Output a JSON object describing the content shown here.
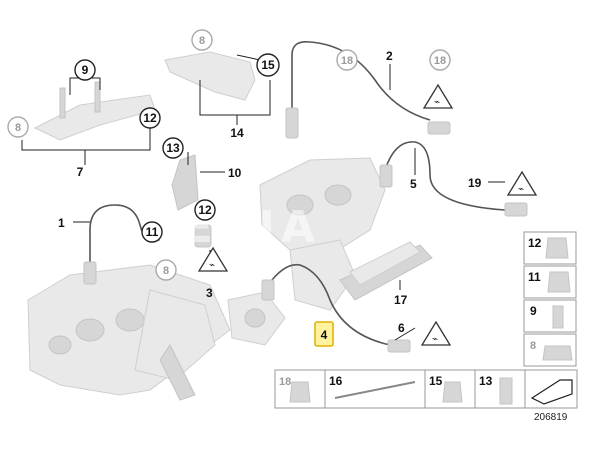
{
  "diagram": {
    "callouts": {
      "c1": "1",
      "c2": "2",
      "c3": "3",
      "c4": "4",
      "c5": "5",
      "c6": "6",
      "c7": "7",
      "c8a": "8",
      "c8b": "8",
      "c8c": "8",
      "c9": "9",
      "c10": "10",
      "c11": "11",
      "c12a": "12",
      "c12b": "12",
      "c13": "13",
      "c14": "14",
      "c15": "15",
      "c16": "16",
      "c17": "17",
      "c18a": "18",
      "c18b": "18",
      "c19": "19"
    },
    "legend": {
      "right": [
        "12",
        "11",
        "9",
        "8"
      ],
      "bottom": [
        "18",
        "16",
        "15",
        "13"
      ]
    },
    "ref_number": "206819",
    "watermark": "SEXIA"
  }
}
